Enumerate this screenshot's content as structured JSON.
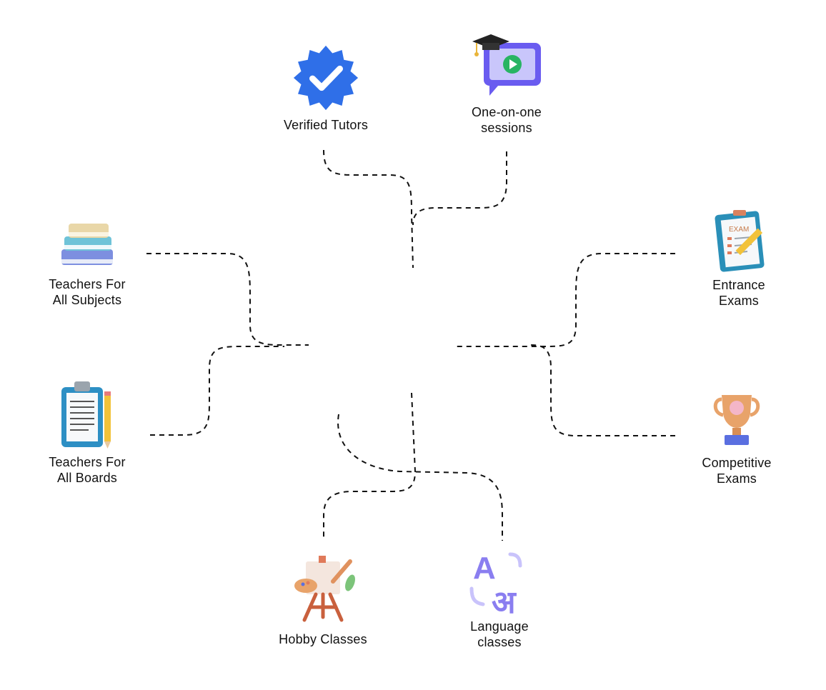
{
  "nodes": {
    "verified_tutors": {
      "label": "Verified Tutors",
      "icon": "verified-badge-icon",
      "color": "#2f6fe8"
    },
    "one_on_one": {
      "label": "One-on-one\nsessions",
      "icon": "video-session-icon",
      "color": "#6a5cf0"
    },
    "subjects": {
      "label": "Teachers For\nAll Subjects",
      "icon": "books-stack-icon",
      "color": "#7d8fe0"
    },
    "boards": {
      "label": "Teachers For\nAll Boards",
      "icon": "clipboard-pencil-icon",
      "color": "#2d8fc4"
    },
    "entrance": {
      "label": "Entrance\nExams",
      "icon": "exam-paper-icon",
      "color": "#2a8fb8",
      "badge_text": "EXAM"
    },
    "competitive": {
      "label": "Competitive\nExams",
      "icon": "trophy-icon",
      "color": "#e8a36a"
    },
    "hobby": {
      "label": "Hobby Classes",
      "icon": "easel-icon",
      "color": "#e07a5a"
    },
    "language": {
      "label": "Language\nclasses",
      "icon": "language-letters-icon",
      "color": "#8a7ef0",
      "glyphs": [
        "A",
        "अ"
      ]
    }
  },
  "connector_style": {
    "color": "#111111",
    "dash": "dashed"
  }
}
